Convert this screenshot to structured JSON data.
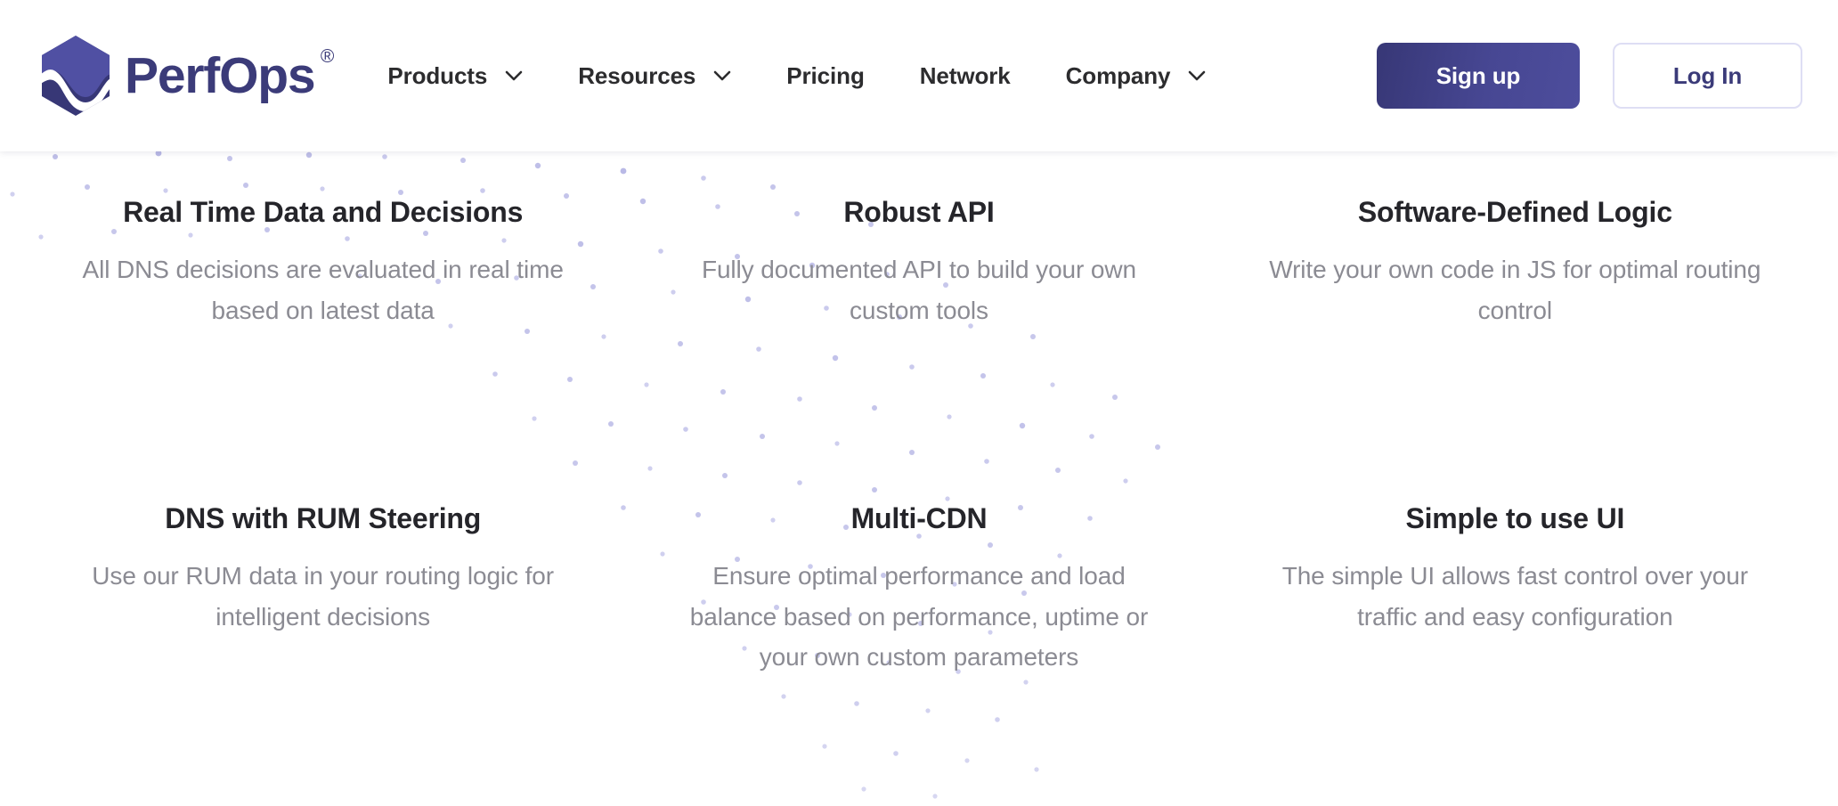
{
  "header": {
    "brand": {
      "name": "PerfOps",
      "registered_mark": "®",
      "logo_icon": "perfops-hexagon-wave-logo"
    },
    "nav": [
      {
        "label": "Products",
        "has_dropdown": true,
        "icon": "chevron-down-icon"
      },
      {
        "label": "Resources",
        "has_dropdown": true,
        "icon": "chevron-down-icon"
      },
      {
        "label": "Pricing",
        "has_dropdown": false,
        "icon": ""
      },
      {
        "label": "Network",
        "has_dropdown": false,
        "icon": ""
      },
      {
        "label": "Company",
        "has_dropdown": true,
        "icon": "chevron-down-icon"
      }
    ],
    "actions": {
      "signup_label": "Sign up",
      "login_label": "Log In"
    }
  },
  "colors": {
    "brand_indigo": "#3b3b79",
    "logo_top": "#5050a3",
    "logo_bottom": "#373776",
    "signup_gradient_start": "#373776",
    "signup_gradient_end": "#4d4d9c",
    "login_border": "#dedef4",
    "heading": "#25252a",
    "body_text": "#8b8b93",
    "nav_text": "#2c2c2e",
    "dot": "#8a8ad6",
    "page_background": "#ffffff"
  },
  "main": {
    "features": [
      {
        "title": "Real Time Data and Decisions",
        "description": "All DNS decisions are evaluated in real time based on latest data"
      },
      {
        "title": "Robust API",
        "description": "Fully documented API to build your own custom tools"
      },
      {
        "title": "Software-Defined Logic",
        "description": "Write your own code in JS for optimal routing control"
      },
      {
        "title": "DNS with RUM Steering",
        "description": "Use our RUM data in your routing logic for intelligent decisions"
      },
      {
        "title": "Multi-CDN",
        "description": "Ensure optimal performance and load balance based on performance, uptime or your own custom parameters"
      },
      {
        "title": "Simple to use UI",
        "description": "The simple UI allows fast control over your traffic and easy configuration"
      }
    ]
  }
}
